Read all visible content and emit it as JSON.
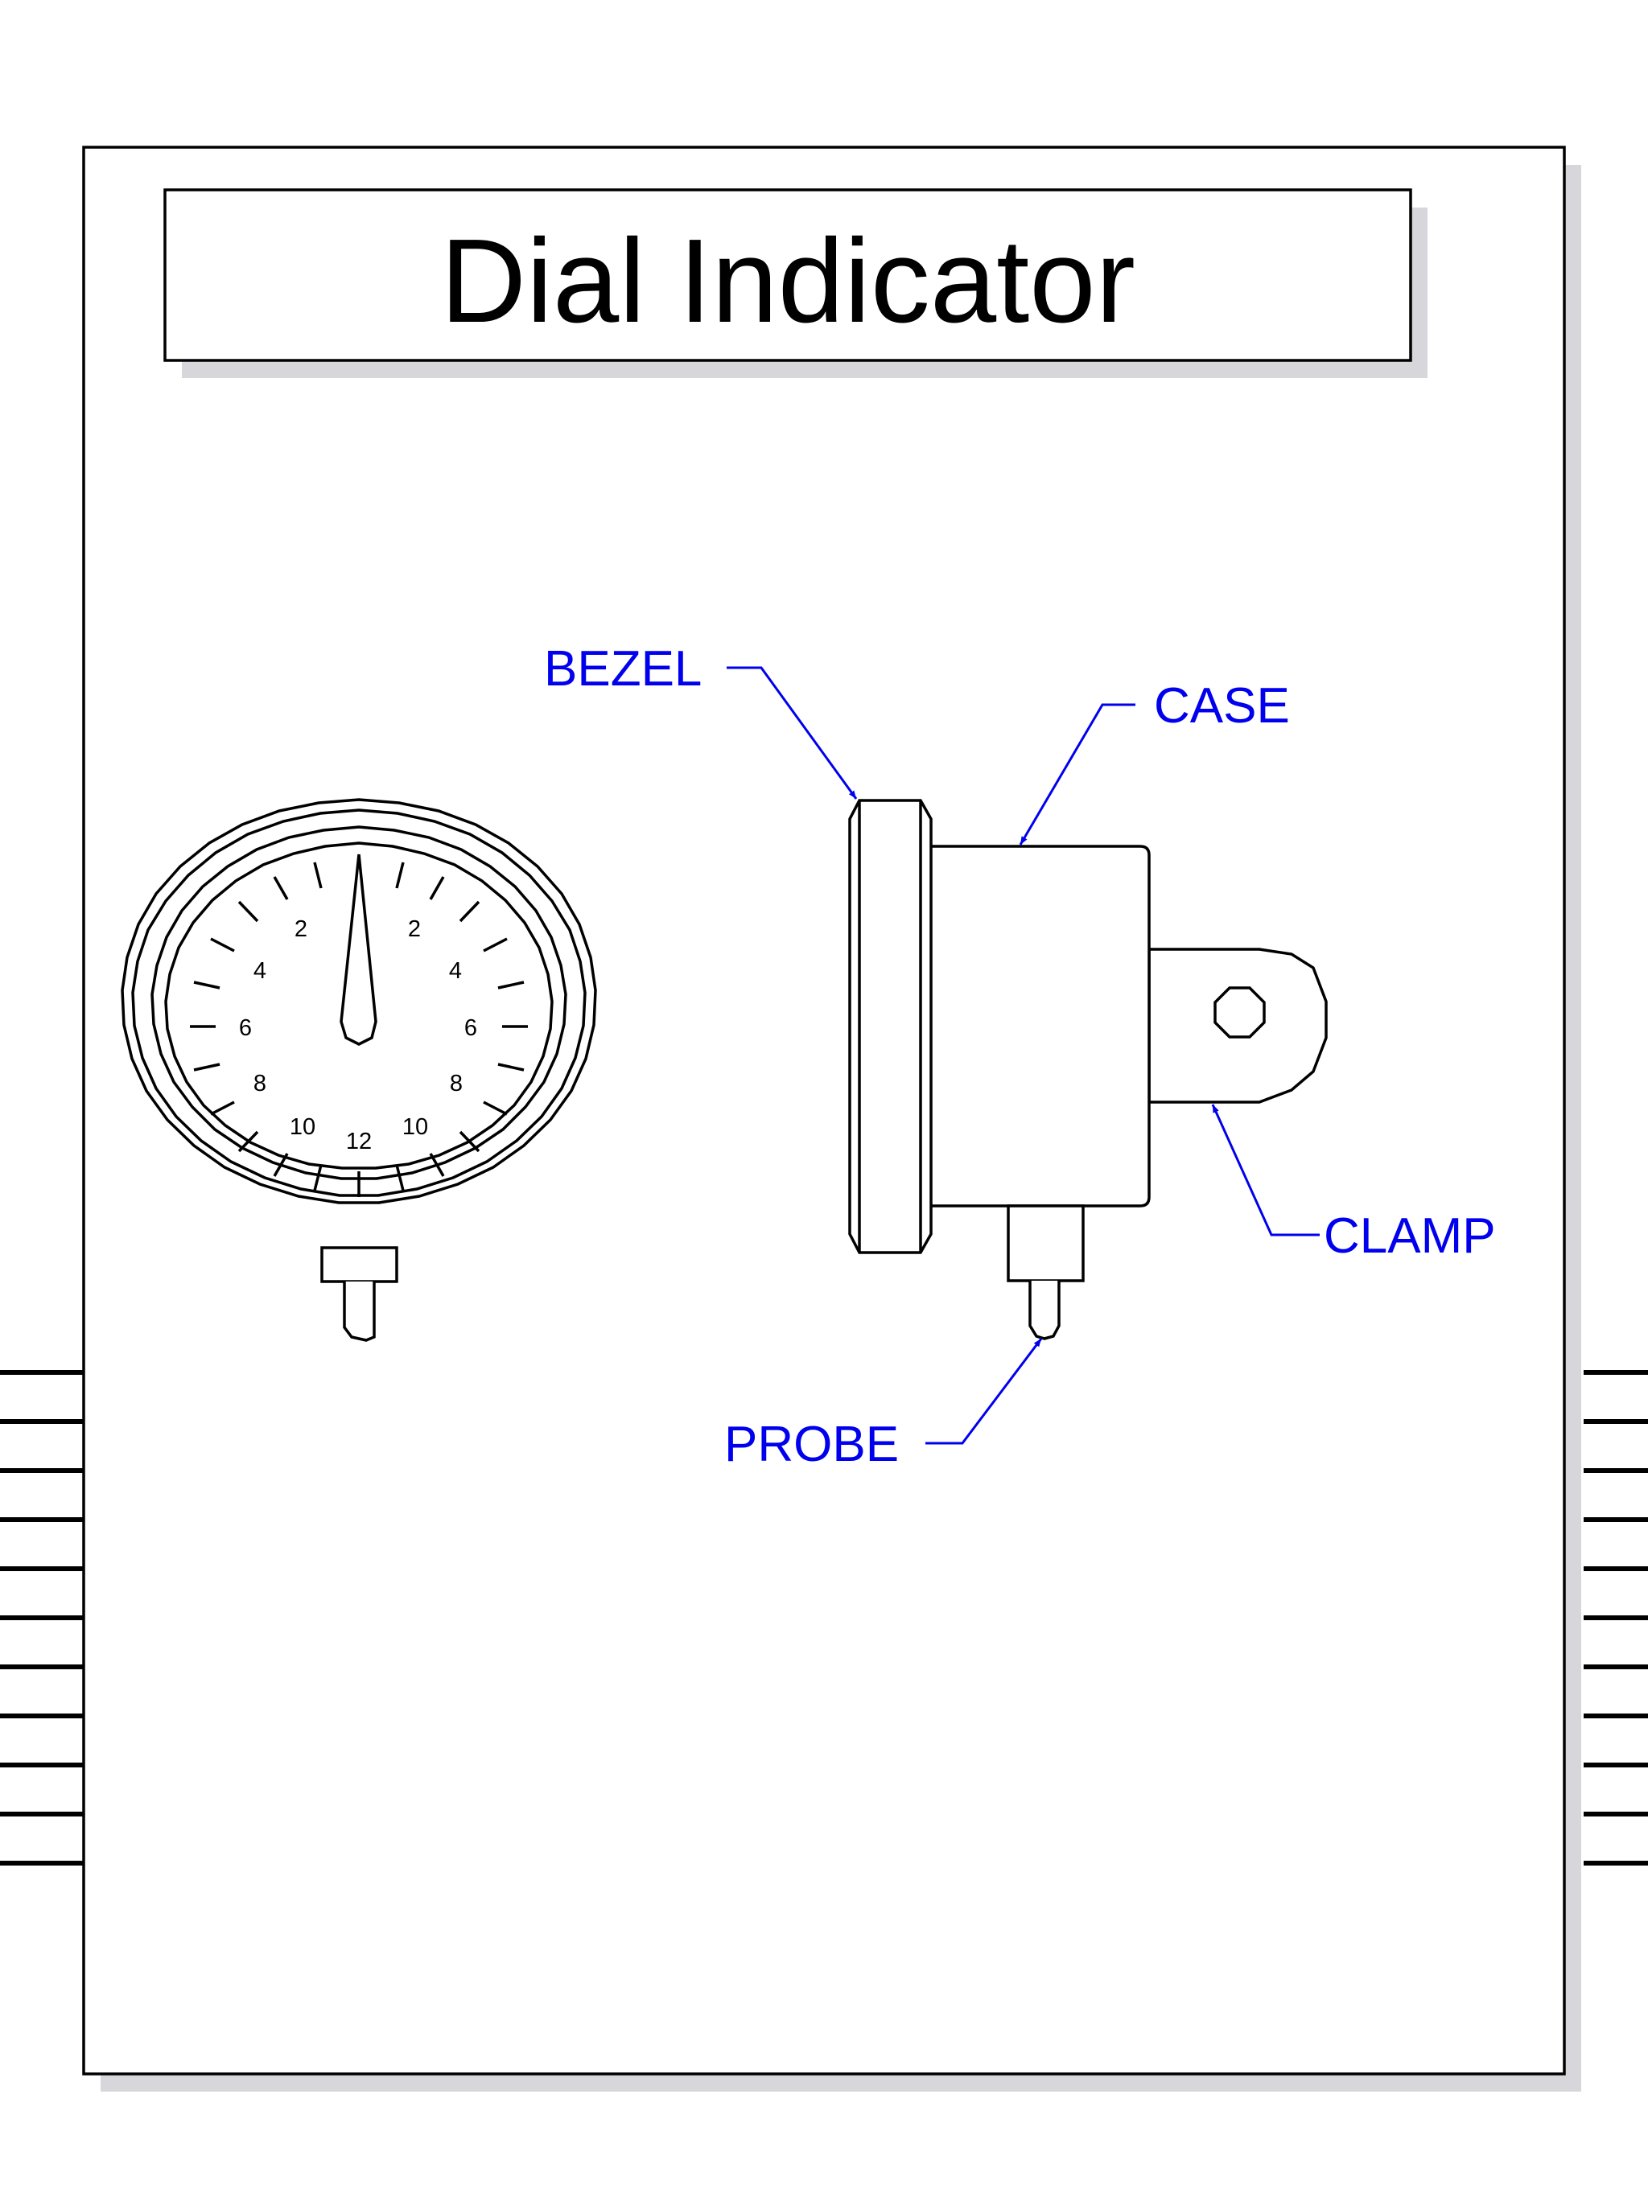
{
  "title": "Dial Indicator",
  "colors": {
    "line": "#000000",
    "callout": "#0000ee",
    "shadow": "#d6d6db",
    "background": "#ffffff"
  },
  "dial_numbers": {
    "left": [
      "2",
      "4",
      "6",
      "8",
      "10"
    ],
    "right": [
      "2",
      "4",
      "6",
      "8",
      "10"
    ],
    "bottom": "12"
  },
  "callouts": {
    "bezel": "BEZEL",
    "case": "CASE",
    "clamp": "CLAMP",
    "probe": "PROBE"
  }
}
